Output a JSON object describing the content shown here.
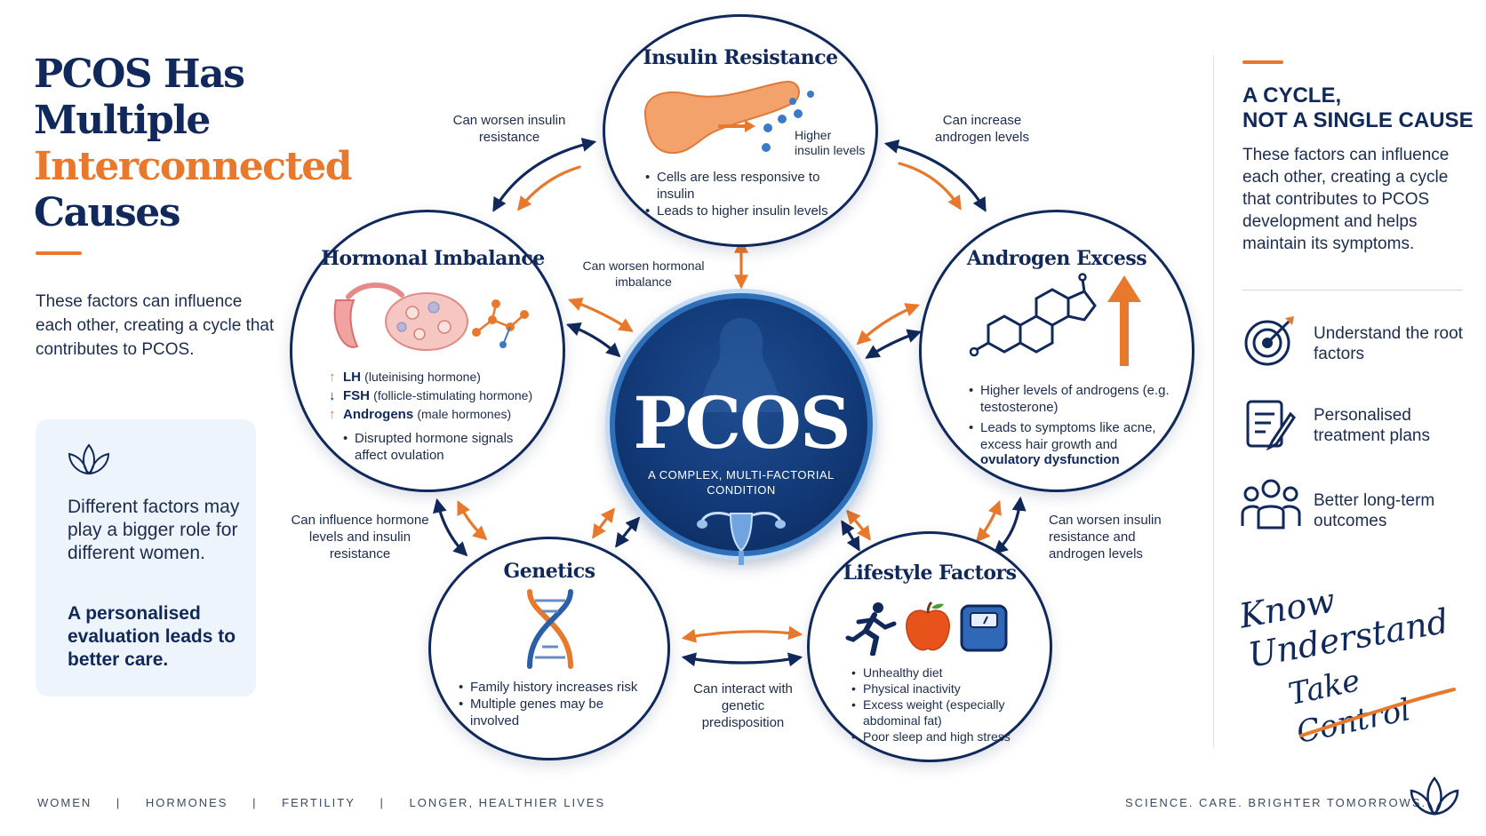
{
  "colors": {
    "navy": "#10285a",
    "orange": "#e8792c",
    "card": "#eef4fb"
  },
  "left": {
    "title": [
      "PCOS Has",
      "Multiple",
      "Interconnected",
      "Causes"
    ],
    "description": "These factors can influence each other, creating a cycle that contributes to PCOS.",
    "card_text": "Different factors may play a bigger role for different women.",
    "card_strong": "A personalised evaluation leads to better care."
  },
  "right": {
    "heading": [
      "A CYCLE,",
      "NOT A SINGLE CAUSE"
    ],
    "description": "These factors can influence each other, creating a cycle that contributes to PCOS development and helps maintain its symptoms.",
    "features": [
      {
        "label": "Understand the root factors",
        "icon": "target-icon"
      },
      {
        "label": "Personalised treatment plans",
        "icon": "clipboard-pen-icon"
      },
      {
        "label": "Better long-term outcomes",
        "icon": "group-icon"
      }
    ],
    "signature": [
      "Know",
      "Understand",
      "Take Control"
    ]
  },
  "center": {
    "title": "PCOS",
    "subtitle": "A COMPLEX, MULTI-FACTORIAL CONDITION"
  },
  "nodes": {
    "insulin": {
      "title": "Insulin Resistance",
      "image_label": "Higher insulin levels",
      "bullets": [
        "Cells are less responsive to insulin",
        "Leads to higher insulin levels"
      ]
    },
    "hormonal": {
      "title": "Hormonal Imbalance",
      "hormones": [
        {
          "dir": "up",
          "abbr": "LH",
          "desc": "(luteinising hormone)"
        },
        {
          "dir": "down",
          "abbr": "FSH",
          "desc": "(follicle-stimulating hormone)"
        },
        {
          "dir": "up",
          "abbr": "Androgens",
          "desc": "(male hormones)"
        }
      ],
      "bullets": [
        "Disrupted hormone signals affect ovulation"
      ]
    },
    "androgen": {
      "title": "Androgen Excess",
      "bullets": [
        "Higher levels of androgens (e.g. testosterone)",
        "Leads to symptoms like acne, excess hair growth and"
      ],
      "bold_line": "ovulatory dysfunction"
    },
    "genetics": {
      "title": "Genetics",
      "bullets": [
        "Family history increases risk",
        "Multiple genes may be involved"
      ]
    },
    "lifestyle": {
      "title": "Lifestyle Factors",
      "bullets": [
        "Unhealthy diet",
        "Physical inactivity",
        "Excess weight (especially abdominal fat)",
        "Poor sleep and high stress"
      ]
    }
  },
  "edges": {
    "hormonal_insulin": "Can worsen insulin resistance",
    "insulin_androgen": "Can increase androgen levels",
    "insulin_center": "Can worsen hormonal imbalance",
    "hormonal_genetics": "Can influence hormone levels and insulin resistance",
    "androgen_lifestyle": "Can worsen insulin resistance and androgen levels",
    "genetics_lifestyle": "Can interact with genetic predisposition"
  },
  "footer": {
    "left": [
      "WOMEN",
      "|",
      "HORMONES",
      "|",
      "FERTILITY",
      "|",
      "LONGER, HEALTHIER LIVES"
    ],
    "right": "SCIENCE. CARE. BRIGHTER TOMORROWS."
  }
}
